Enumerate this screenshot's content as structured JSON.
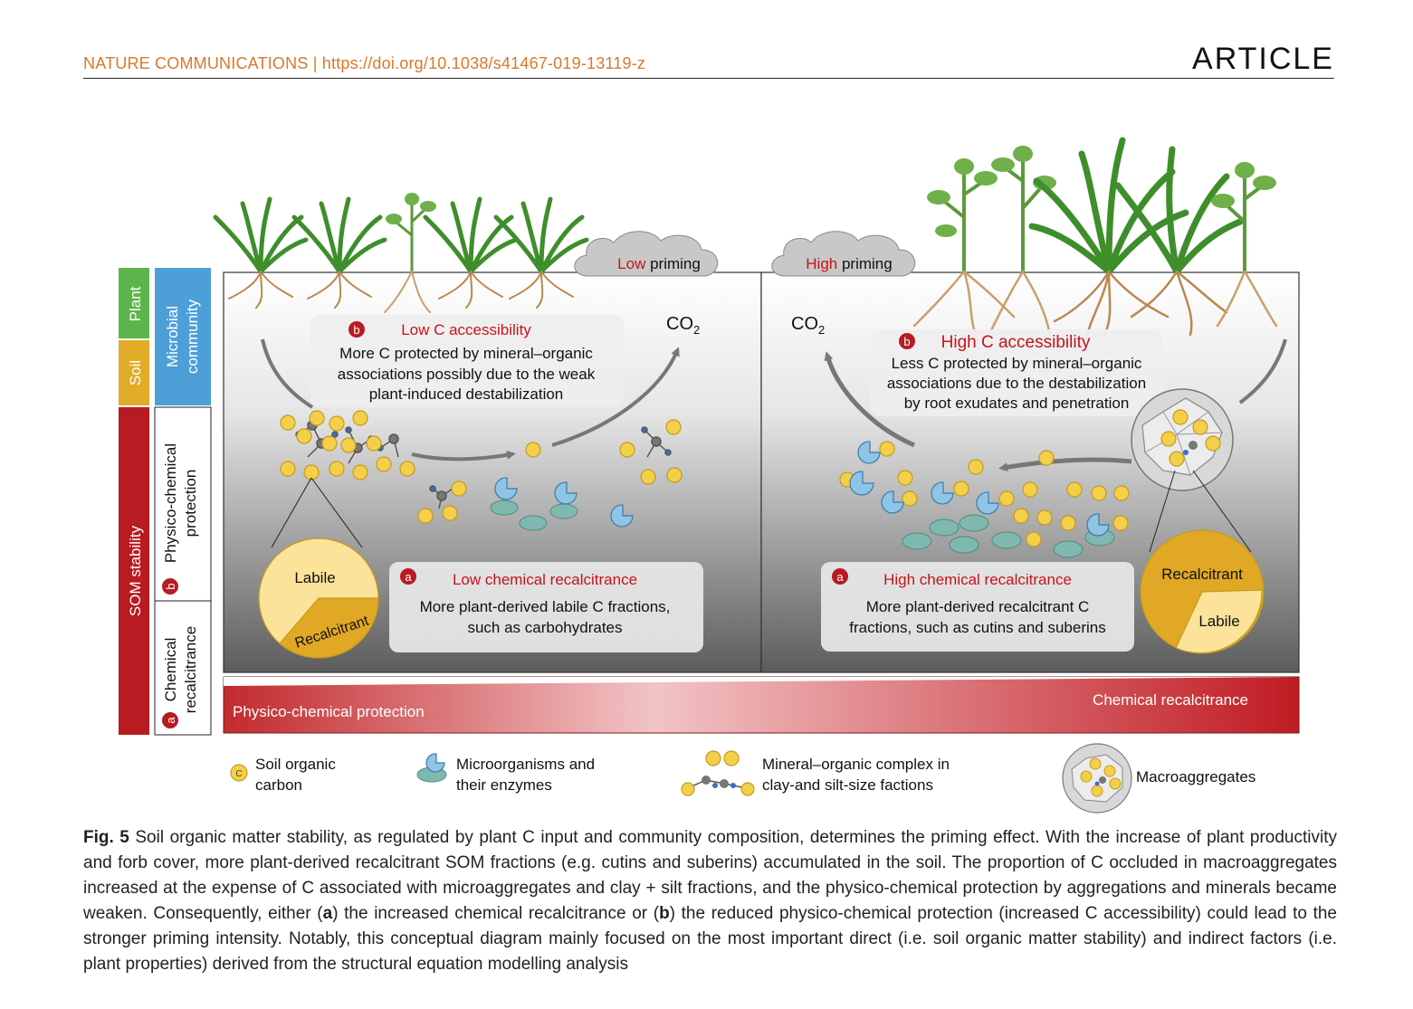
{
  "header": {
    "journal": "NATURE COMMUNICATIONS | https://doi.org/10.1038/s41467-019-13119-z",
    "type": "ARTICLE"
  },
  "figure": {
    "side_labels": {
      "plant": "Plant",
      "soil": "Soil",
      "microbial_1": "Microbial",
      "microbial_2": "community",
      "som": "SOM stability",
      "physico_1": "Physico-chemical",
      "physico_2": "protection",
      "chem_1": "Chemical",
      "chem_2": "recalcitrance",
      "marker_a": "a",
      "marker_b": "b"
    },
    "left": {
      "cloud_hl": "Low",
      "cloud_rest": " priming",
      "co2": "CO",
      "co2_sub": "2",
      "b_title": "Low C accessibility",
      "b_line1": "More C protected by mineral–organic",
      "b_line2": "associations possibly due to the weak",
      "b_line3": "plant-induced destabilization",
      "a_title": "Low chemical recalcitrance",
      "a_line1": "More plant-derived labile C fractions,",
      "a_line2": "such as carbohydrates",
      "pie_labile": "Labile",
      "pie_recalcitrant": "Recalcitrant"
    },
    "right": {
      "cloud_hl": "High",
      "cloud_rest": " priming",
      "co2": "CO",
      "co2_sub": "2",
      "b_title": "High C accessibility",
      "b_line1": "Less C protected by mineral–organic",
      "b_line2": "associations due to the destabilization",
      "b_line3": "by root exudates and penetration",
      "a_title": "High chemical recalcitrance",
      "a_line1": "More plant-derived recalcitrant C",
      "a_line2": "fractions, such as cutins and suberins",
      "pie_labile": "Labile",
      "pie_recalcitrant": "Recalcitrant"
    },
    "bar": {
      "left_label": "Physico-chemical protection",
      "right_label": "Chemical recalcitrance"
    },
    "legend": {
      "c_glyph": "C",
      "soc_1": "Soil organic",
      "soc_2": "carbon",
      "micro_1": "Microorganisms and",
      "micro_2": "their enzymes",
      "complex_1": "Mineral–organic complex in",
      "complex_2": "clay-and silt-size factions",
      "macro": "Macroaggregates"
    },
    "colors": {
      "plant_green": "#5cb54a",
      "soil_yellow": "#e2ac28",
      "microbe_blue": "#4d9fd8",
      "som_red": "#b81b22",
      "highlight_red": "#c4141c",
      "carbon_yellow": "#f4d04a",
      "enzyme_blue": "#8ec5e6",
      "enzyme_teal": "#7fb8ae"
    }
  },
  "caption": {
    "label": "Fig. 5",
    "t1": " Soil organic matter stability, as regulated by plant C input and community composition, determines the priming effect. With the increase of plant productivity and forb cover, more plant-derived recalcitrant SOM fractions (e.g. cutins and suberins) accumulated in the soil. The proportion of C occluded in macroaggregates increased at the expense of C associated with microaggregates and clay + silt fractions, and the physico-chemical protection by aggregations and minerals became weaken. Consequently, either (",
    "a": "a",
    "t2": ") the increased chemical recalcitrance or (",
    "b": "b",
    "t3": ") the reduced physico-chemical protection (increased C accessibility) could lead to the stronger priming intensity. Notably, this conceptual diagram mainly focused on the most important direct (i.e. soil organic matter stability) and indirect factors (i.e. plant properties) derived from the structural equation modelling analysis"
  }
}
